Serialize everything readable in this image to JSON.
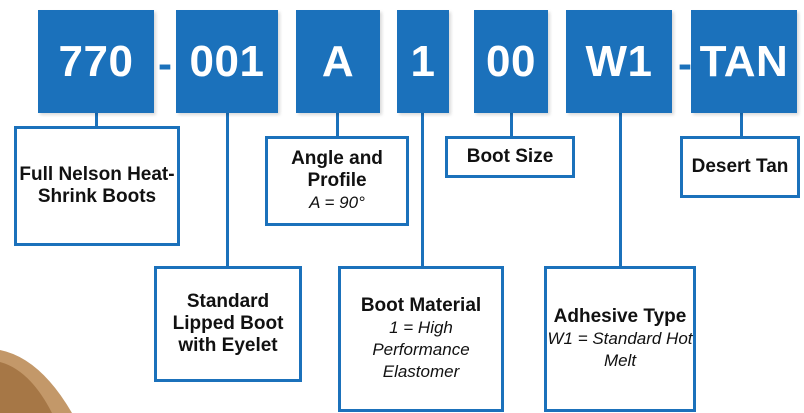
{
  "colors": {
    "accent": "#1b71bb",
    "text": "#111111",
    "swoosh": "#b8864f"
  },
  "part_number": {
    "segments": [
      "770",
      "001",
      "A",
      "1",
      "00",
      "W1",
      "TAN"
    ],
    "separators": [
      "-",
      "-"
    ]
  },
  "descriptions": {
    "series": {
      "title": "Full Nelson Heat-Shrink Boots"
    },
    "style": {
      "title": "Standard Lipped Boot with Eyelet"
    },
    "angle": {
      "title": "Angle and Profile",
      "sub": "A = 90°"
    },
    "material": {
      "title": "Boot Material",
      "sub": "1 = High Performance Elastomer"
    },
    "size": {
      "title": "Boot Size"
    },
    "adhesive": {
      "title": "Adhesive Type",
      "sub": "W1 = Standard Hot Melt"
    },
    "color": {
      "title": "Desert Tan"
    }
  }
}
